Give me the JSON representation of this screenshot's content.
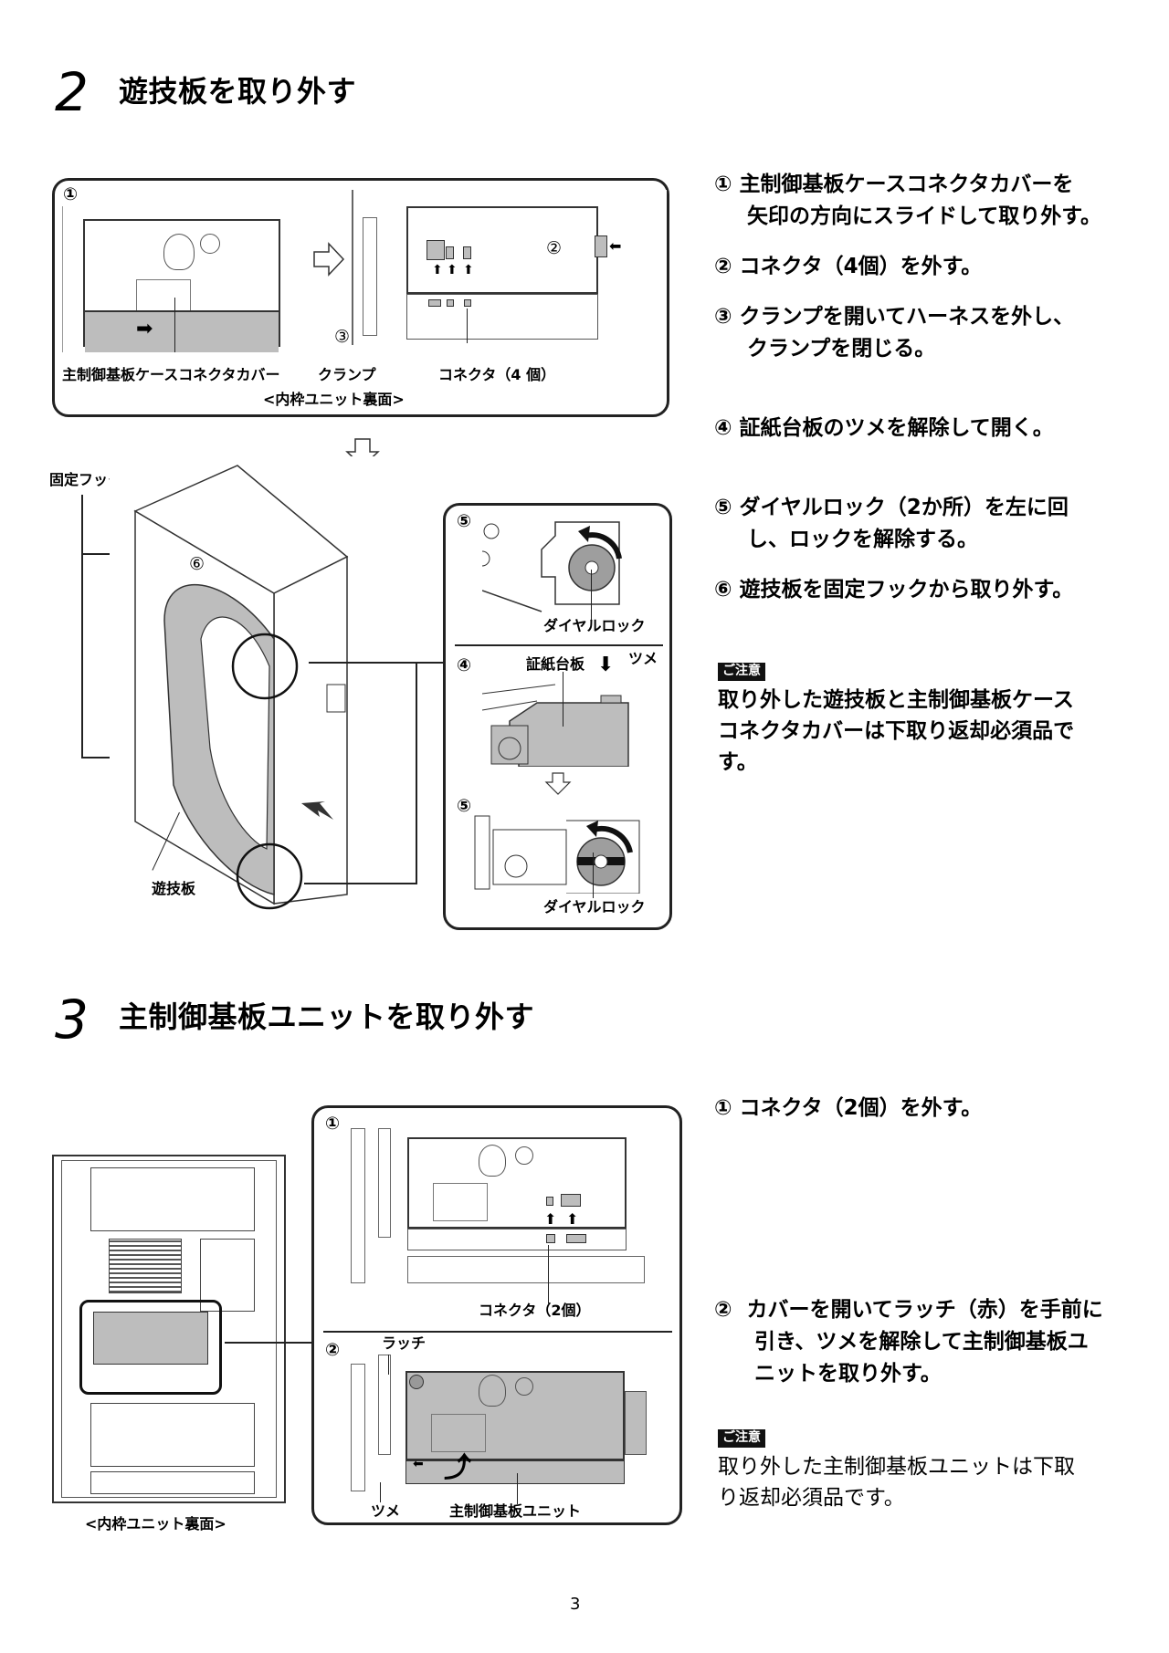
{
  "sections": [
    {
      "number": "2",
      "title": "遊技板を取り外す",
      "steps": [
        {
          "marker": "①",
          "lines": [
            "主制御基板ケースコネクタカバーを",
            "矢印の方向にスライドして取り外す。"
          ]
        },
        {
          "marker": "②",
          "lines": [
            "コネクタ（4個）を外す。"
          ]
        },
        {
          "marker": "③",
          "lines": [
            "クランプを開いてハーネスを外し、",
            "クランプを閉じる。"
          ]
        },
        {
          "marker": "④",
          "lines": [
            "証紙台板のツメを解除して開く。"
          ]
        },
        {
          "marker": "⑤",
          "lines": [
            "ダイヤルロック（2か所）を左に回",
            "し、ロックを解除する。"
          ]
        },
        {
          "marker": "⑥",
          "lines": [
            "遊技板を固定フックから取り外す。"
          ]
        }
      ],
      "note": {
        "badge": "ご注意",
        "lines": [
          "取り外した遊技板と主制御基板ケース",
          "コネクタカバーは下取り返却必須品で",
          "す。"
        ]
      },
      "figures": {
        "top_panel": {
          "marker_1": "①",
          "marker_2": "②",
          "marker_3": "③",
          "label_cover": "主制御基板ケースコネクタカバー",
          "label_clamp": "クランプ",
          "label_connector": "コネクタ（4 個）",
          "caption": "<内枠ユニット裏面>"
        },
        "main_unit": {
          "label_hook": "固定フック",
          "marker_6": "⑥",
          "label_board": "遊技板"
        },
        "detail_panel": {
          "marker_5a": "⑤",
          "label_dial_a": "ダイヤルロック",
          "marker_4": "④",
          "label_stamp_plate": "証紙台板",
          "label_tab": "ツメ",
          "marker_5b": "⑤",
          "label_dial_b": "ダイヤルロック"
        }
      }
    },
    {
      "number": "3",
      "title": "主制御基板ユニットを取り外す",
      "steps": [
        {
          "marker": "①",
          "lines": [
            "コネクタ（2個）を外す。"
          ]
        },
        {
          "marker": "②",
          "lines": [
            "カバーを開いてラッチ（赤）を手前に",
            "引き、ツメを解除して主制御基板ユ",
            "ニットを取り外す。"
          ]
        }
      ],
      "note": {
        "badge": "ご注意",
        "lines": [
          "取り外した主制御基板ユニットは下取",
          "り返却必須品です。"
        ]
      },
      "figures": {
        "overview": {
          "caption": "<内枠ユニット裏面>"
        },
        "detail_panel": {
          "marker_1": "①",
          "label_connector": "コネクタ（2個）",
          "marker_2": "②",
          "label_latch": "ラッチ",
          "label_tab": "ツメ",
          "label_unit": "主制御基板ユニット"
        }
      }
    }
  ],
  "page_number": "3",
  "colors": {
    "text": "#000000",
    "highlight_gray": "#bdbdbd",
    "badge_bg": "#111111"
  }
}
